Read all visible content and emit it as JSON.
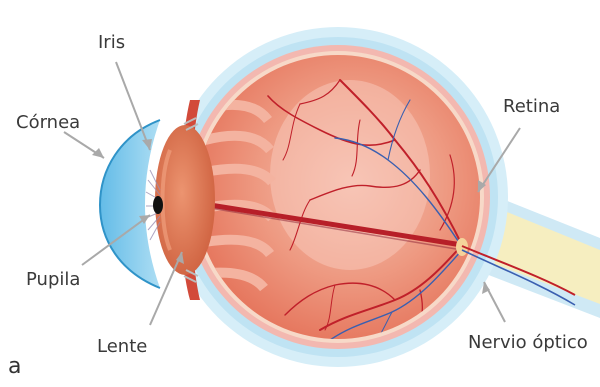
{
  "labels": {
    "iris": "Iris",
    "cornea": "Córnea",
    "retina": "Retina",
    "pupil": "Pupila",
    "lens": "Lente",
    "optic_nerve": "Nervio óptico"
  },
  "panel_letter": "a",
  "colors": {
    "sclera_outer": "#bfe3f3",
    "choroid": "#f3b8b0",
    "eye_interior": "#ec8b74",
    "lens": "#e07a55",
    "cornea": "#7cc6ea",
    "artery": "#c0202a",
    "vein": "#3a5fb0",
    "optic_nerve": "#f6eec0",
    "leader_line": "#a9a9a9"
  }
}
